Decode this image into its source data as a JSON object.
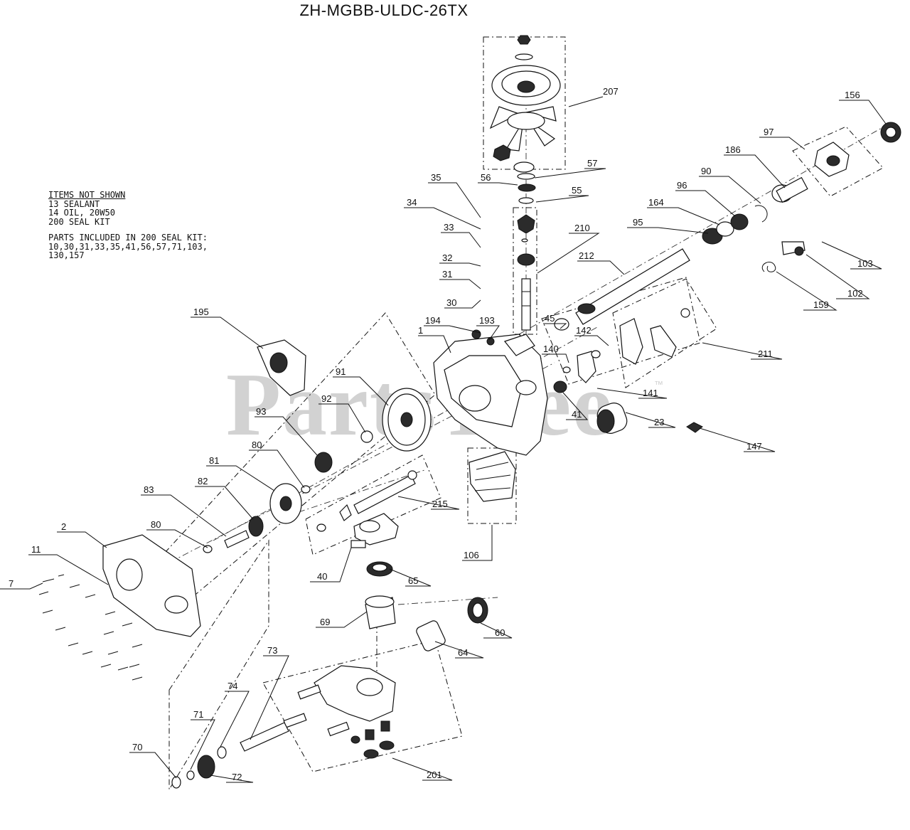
{
  "title": "ZH-MGBB-ULDC-26TX",
  "watermark": "PartsTree",
  "trademark": "™",
  "notes": {
    "heading": "ITEMS NOT SHOWN",
    "items": [
      "13 SEALANT",
      "14 OIL, 20W50",
      "200 SEAL KIT"
    ],
    "kit_heading": "PARTS INCLUDED IN 200 SEAL KIT:",
    "kit_lines": [
      "10,30,31,33,35,41,56,57,71,103,",
      "130,157"
    ]
  },
  "callouts": [
    "207",
    "156",
    "97",
    "186",
    "90",
    "96",
    "164",
    "95",
    "57",
    "56",
    "55",
    "35",
    "34",
    "33",
    "32",
    "31",
    "30",
    "210",
    "212",
    "103",
    "102",
    "159",
    "194",
    "193",
    "1",
    "45",
    "142",
    "140",
    "211",
    "195",
    "91",
    "92",
    "93",
    "141",
    "41",
    "23",
    "147",
    "80",
    "81",
    "82",
    "83",
    "215",
    "106",
    "2",
    "11",
    "7",
    "40",
    "65",
    "69",
    "60",
    "64",
    "73",
    "74",
    "71",
    "70",
    "72",
    "201"
  ],
  "colors": {
    "line": "#111111",
    "watermark": "#d2d2d2",
    "background": "#ffffff"
  }
}
